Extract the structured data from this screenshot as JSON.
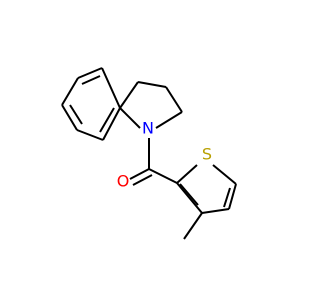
{
  "molecule": {
    "atoms": {
      "nitrogen": "N",
      "oxygen": "O",
      "sulfur": "S"
    },
    "colors": {
      "bond": "#000000",
      "nitrogen": "#0000ff",
      "oxygen": "#ff0000",
      "sulfur": "#b8a000"
    }
  }
}
